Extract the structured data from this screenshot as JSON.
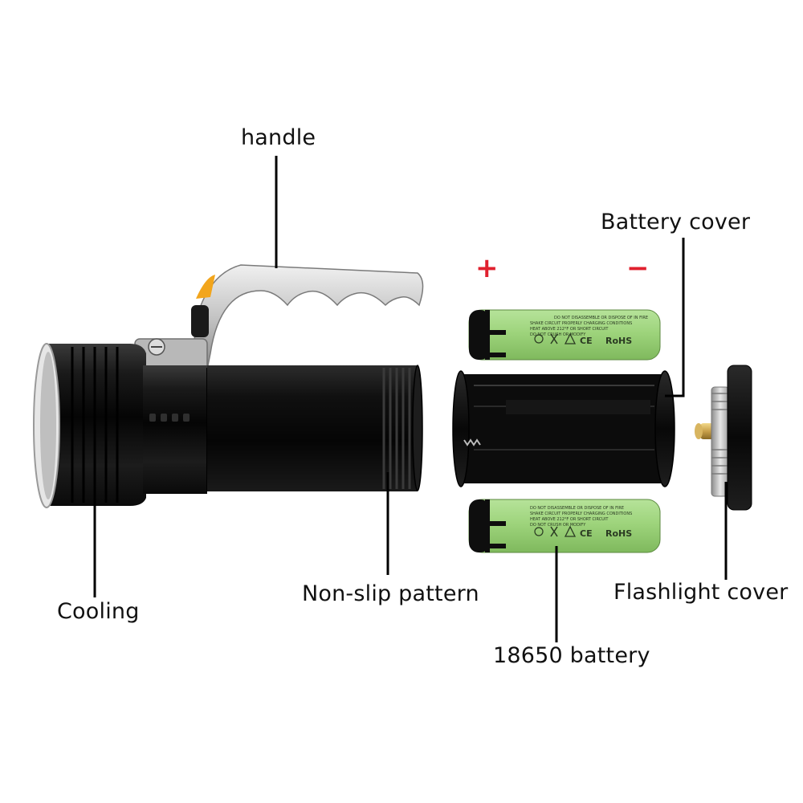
{
  "labels": {
    "handle": "handle",
    "battery_cover": "Battery cover",
    "cooling": "Cooling",
    "non_slip_pattern": "Non-slip pattern",
    "flashlight_cover": "Flashlight cover",
    "battery": "18650 battery"
  },
  "polarity": {
    "plus": "+",
    "minus": "−"
  },
  "battery_print": {
    "line1": "DO NOT DISASSEMBLE OR DISPOSE OF IN FIRE",
    "line2": "SHAKE CIRCUIT PROPERLY CHARGING CONDITIONS",
    "line3": "HEAT ABOVE 212°F OR SHORT CIRCUIT",
    "line4": "DO NOT CRUSH OR MODIFY",
    "ce": "CE",
    "rohs": "RoHS"
  },
  "colors": {
    "polarity_red": "#e0202e",
    "battery_green": "#9ed47c",
    "flashlight_body": "#141414",
    "handle_silver": "#c8c8c8",
    "switch_orange": "#f2a51c"
  }
}
